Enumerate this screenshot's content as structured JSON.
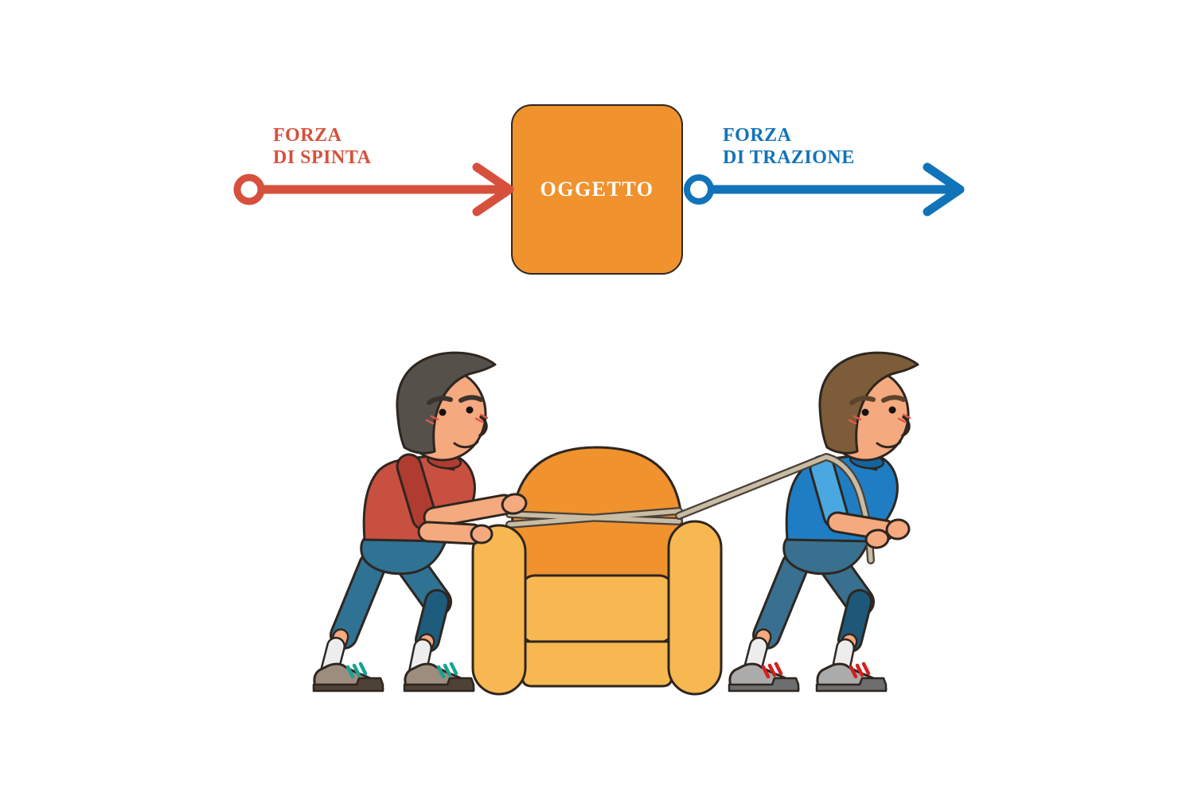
{
  "diagram": {
    "push_force": {
      "line1": "FORZA",
      "line2": "DI SPINTA"
    },
    "object_label": "OGGETTO",
    "pull_force": {
      "line1": "FORZA",
      "line2": "DI TRAZIONE"
    }
  },
  "colors": {
    "push_red": "#D6503C",
    "pull_blue": "#1173B9",
    "box_orange": "#F0922D",
    "box_text": "#FFFFFF",
    "outline": "#2E2620",
    "skin": "#F5A97E",
    "hair_left": "#56504B",
    "hair_right": "#7D5C39",
    "brow_left": "#3A332E",
    "brow_right": "#5C432C",
    "blush": "#E0564B",
    "shirt_left": "#C85041",
    "sleeve_left": "#B03C31",
    "pants_left": "#2F7294",
    "pants_left_dark": "#1E5C7E",
    "shoe_left": "#9C8D7E",
    "sole_left": "#4E4237",
    "lace_left": "#18A295",
    "shirt_right": "#1F7DC4",
    "sleeve_right": "#4BA7E0",
    "collar_right": "#15639F",
    "pants_right": "#39708F",
    "pants_right_dark": "#1E5878",
    "shoe_right": "#ABABAB",
    "sole_right": "#6E6E6E",
    "lace_right": "#D42020",
    "sock": "#EDEDED",
    "rope": "#C9BCA4",
    "rope_outline": "#4A4138",
    "chair_dark": "#F0922D",
    "chair_light": "#F8B851"
  }
}
